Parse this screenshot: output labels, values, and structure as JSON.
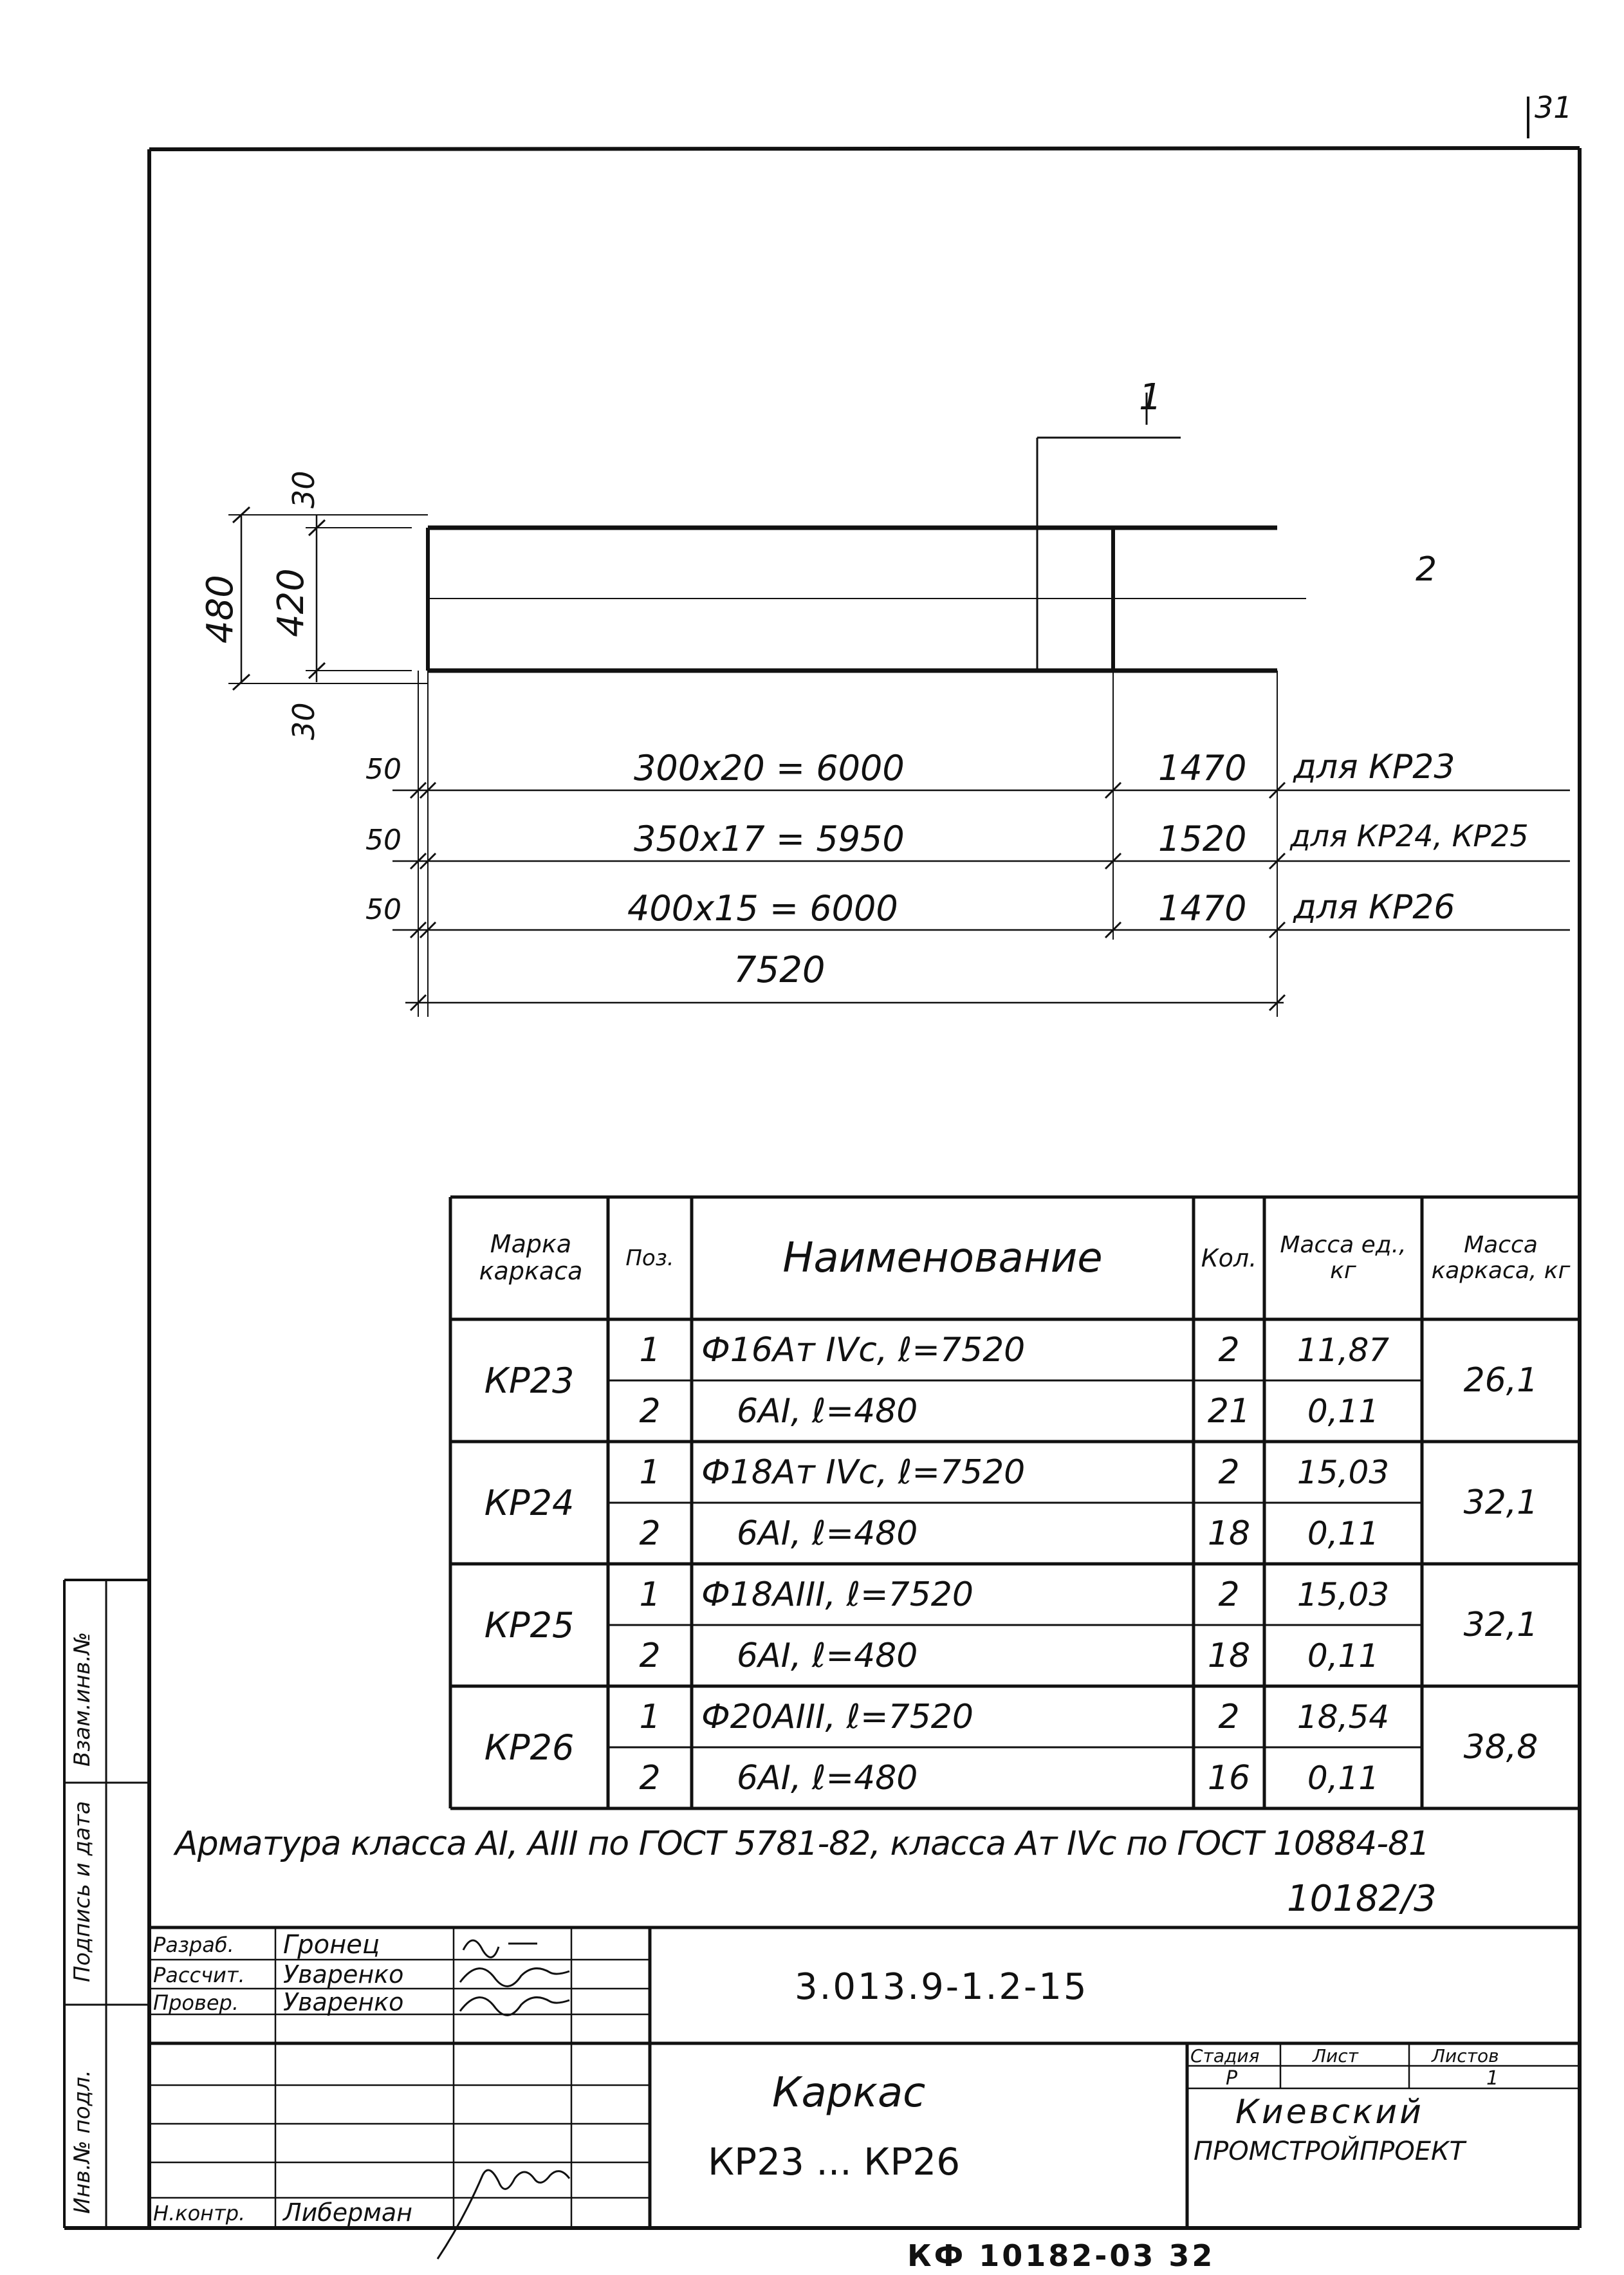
{
  "page_number": "31",
  "drawing": {
    "position_labels": [
      "1",
      "2"
    ],
    "dims_left": [
      "480",
      "420",
      "30",
      "30"
    ],
    "rows": [
      {
        "offset": "50",
        "spacing": "300x20 = 6000",
        "tail": "1470",
        "note": "для КР23"
      },
      {
        "offset": "50",
        "spacing": "350x17 = 5950",
        "tail": "1520",
        "note": "для КР24, КР25"
      },
      {
        "offset": "50",
        "spacing": "400x15 = 6000",
        "tail": "1470",
        "note": "для КР26"
      }
    ],
    "total_length": "7520"
  },
  "spec_table": {
    "headers": {
      "mark": "Марка каркаса",
      "pos": "Поз.",
      "name": "Наименование",
      "qty": "Кол.",
      "unit_mass": "Масса ед., кг",
      "frame_mass": "Масса каркаса, кг"
    },
    "groups": [
      {
        "mark": "КР23",
        "frame_mass": "26,1",
        "items": [
          {
            "pos": "1",
            "name": "Ф16Ат IVс, ℓ=7520",
            "qty": "2",
            "unit_mass": "11,87"
          },
          {
            "pos": "2",
            "name": "6АI, ℓ=480",
            "qty": "21",
            "unit_mass": "0,11"
          }
        ]
      },
      {
        "mark": "КР24",
        "frame_mass": "32,1",
        "items": [
          {
            "pos": "1",
            "name": "Ф18Ат IVс, ℓ=7520",
            "qty": "2",
            "unit_mass": "15,03"
          },
          {
            "pos": "2",
            "name": "6АI, ℓ=480",
            "qty": "18",
            "unit_mass": "0,11"
          }
        ]
      },
      {
        "mark": "КР25",
        "frame_mass": "32,1",
        "items": [
          {
            "pos": "1",
            "name": "Ф18АIII, ℓ=7520",
            "qty": "2",
            "unit_mass": "15,03"
          },
          {
            "pos": "2",
            "name": "6АI, ℓ=480",
            "qty": "18",
            "unit_mass": "0,11"
          }
        ]
      },
      {
        "mark": "КР26",
        "frame_mass": "38,8",
        "items": [
          {
            "pos": "1",
            "name": "Ф20АIII, ℓ=7520",
            "qty": "2",
            "unit_mass": "18,54"
          },
          {
            "pos": "2",
            "name": "6АI, ℓ=480",
            "qty": "16",
            "unit_mass": "0,11"
          }
        ]
      }
    ]
  },
  "note": "Арматура класса АI, АIII по ГОСТ 5781-82, класса Ат IVс по ГОСТ 10884-81",
  "archive_number": "10182/3",
  "side_stamp": [
    "Инв.№ подл.",
    "Подпись и дата",
    "Взам.инв.№"
  ],
  "title_block": {
    "roles": [
      {
        "role": "Разраб.",
        "name": "Гронец"
      },
      {
        "role": "Рассчит.",
        "name": "Уваренко"
      },
      {
        "role": "Провер.",
        "name": "Уваренко"
      },
      {
        "role": "",
        "name": ""
      },
      {
        "role": "",
        "name": ""
      },
      {
        "role": "",
        "name": ""
      },
      {
        "role": "Н.контр.",
        "name": "Либерман"
      }
    ],
    "doc_code": "3.013.9-1.2-15",
    "title_line1": "Каркас",
    "title_line2": "КР23 ... КР26",
    "stage_header": "Стадия",
    "sheet_header": "Лист",
    "sheets_header": "Листов",
    "stage": "Р",
    "sheet": "",
    "sheets": "1",
    "org_line1": "Киевский",
    "org_line2": "ПРОМСТРОЙПРОЕКТ"
  },
  "footer": "КФ 10182-03 32"
}
